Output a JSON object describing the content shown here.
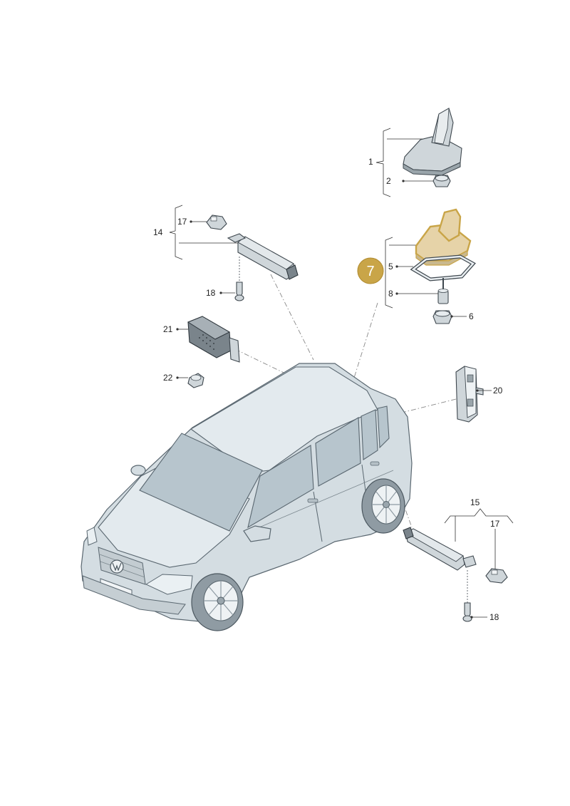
{
  "labels": {
    "p1": "1",
    "p2": "2",
    "p5": "5",
    "p6": "6",
    "p8": "8",
    "p14": "14",
    "p15": "15",
    "p17a": "17",
    "p17b": "17",
    "p18a": "18",
    "p18b": "18",
    "p20": "20",
    "p21": "21",
    "p22": "22"
  },
  "callout": {
    "number": "7",
    "color": "#c9a548"
  },
  "colors": {
    "highlight": "#e6d3a8",
    "car_body": "#d4dde2"
  }
}
